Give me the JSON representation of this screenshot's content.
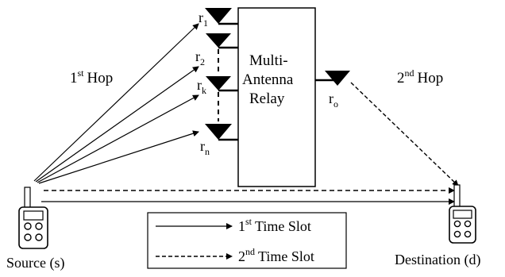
{
  "relay": {
    "line1": "Multi-",
    "line2": "Antenna",
    "line3": "Relay",
    "antennas": {
      "r1": {
        "base": "r",
        "sub": "1"
      },
      "r2": {
        "base": "r",
        "sub": "2"
      },
      "rk": {
        "base": "r",
        "sub": "k"
      },
      "rn": {
        "base": "r",
        "sub": "n"
      },
      "ro": {
        "base": "r",
        "sub": "o"
      }
    }
  },
  "hops": {
    "first": {
      "num": "1",
      "sup": "st",
      "word": "Hop"
    },
    "second": {
      "num": "2",
      "sup": "nd",
      "word": "Hop"
    }
  },
  "nodes": {
    "source": "Source (s)",
    "destination": "Destination (d)"
  },
  "legend": {
    "solid": {
      "num": "1",
      "sup": "st",
      "text": "Time Slot"
    },
    "dashed": {
      "num": "2",
      "sup": "nd",
      "text": "Time Slot"
    }
  },
  "colors": {
    "stroke": "#000000",
    "background": "#ffffff"
  }
}
